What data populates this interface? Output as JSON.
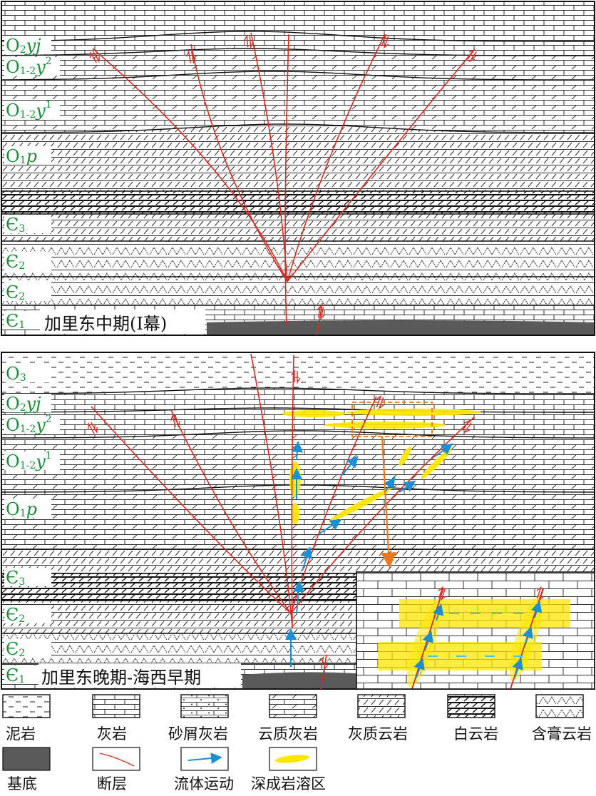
{
  "panels": [
    {
      "stage": "加里东中期(Ⅰ幕)",
      "strata": [
        {
          "main": "O",
          "sub": "2",
          "rest": "yj",
          "sup": ""
        },
        {
          "main": "O",
          "sub": "1-2",
          "rest": "y",
          "sup": "2"
        },
        {
          "main": "O",
          "sub": "1-2",
          "rest": "y",
          "sup": "1"
        },
        {
          "main": "O",
          "sub": "1",
          "rest": "p",
          "sup": ""
        },
        {
          "main": "Є",
          "sub": "3",
          "rest": "",
          "sup": ""
        },
        {
          "main": "Є",
          "sub": "2",
          "rest": "",
          "sup": ""
        },
        {
          "main": "Є",
          "sub": "2",
          "rest": "",
          "sup": ""
        },
        {
          "main": "Є",
          "sub": "1",
          "rest": "",
          "sup": ""
        }
      ]
    },
    {
      "stage": "加里东晚期-海西早期",
      "strata": [
        {
          "main": "O",
          "sub": "3",
          "rest": "",
          "sup": ""
        },
        {
          "main": "O",
          "sub": "2",
          "rest": "yj",
          "sup": ""
        },
        {
          "main": "O",
          "sub": "1-2",
          "rest": "y",
          "sup": "2"
        },
        {
          "main": "O",
          "sub": "1-2",
          "rest": "y",
          "sup": "1"
        },
        {
          "main": "O",
          "sub": "1",
          "rest": "p",
          "sup": ""
        },
        {
          "main": "Є",
          "sub": "3",
          "rest": "",
          "sup": ""
        },
        {
          "main": "Є",
          "sub": "2",
          "rest": "",
          "sup": ""
        },
        {
          "main": "Є",
          "sub": "2",
          "rest": "",
          "sup": ""
        },
        {
          "main": "Є",
          "sub": "1",
          "rest": "",
          "sup": ""
        }
      ]
    }
  ],
  "legend": [
    {
      "label": "泥岩",
      "icon": "mudstone-pattern"
    },
    {
      "label": "灰岩",
      "icon": "limestone-pattern"
    },
    {
      "label": "砂屑灰岩",
      "icon": "calcarenite-pattern"
    },
    {
      "label": "云质灰岩",
      "icon": "dolomitic-limestone-pattern"
    },
    {
      "label": "灰质云岩",
      "icon": "calcareous-dolomite-pattern"
    },
    {
      "label": "白云岩",
      "icon": "dolomite-pattern"
    },
    {
      "label": "含膏云岩",
      "icon": "gypsum-dolomite-pattern"
    },
    {
      "label": "基底",
      "icon": "basement-swatch"
    },
    {
      "label": "断层",
      "icon": "fault-line"
    },
    {
      "label": "流体运动",
      "icon": "fluid-arrow"
    },
    {
      "label": "深成岩溶区",
      "icon": "karst-zone-swatch"
    }
  ],
  "colors": {
    "fault": "#d42a23",
    "fluid": "#1b8fd6",
    "karst": "#ffe600",
    "callout": "#e8781d",
    "strata_label": "#1f8a3a",
    "basement": "#5a5a5a"
  }
}
